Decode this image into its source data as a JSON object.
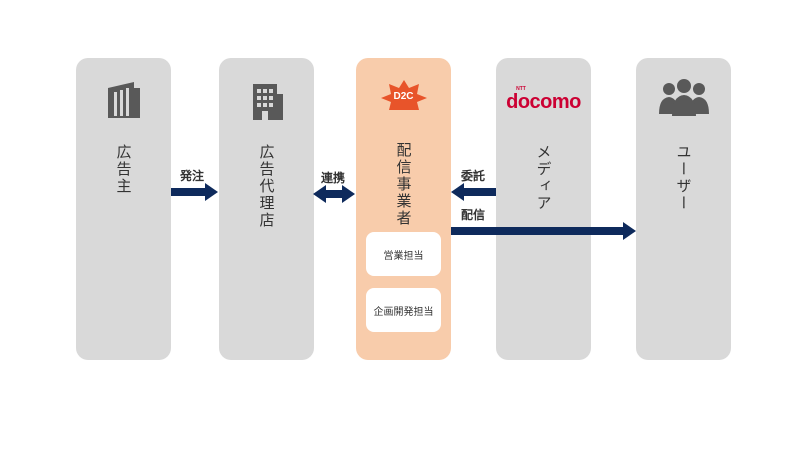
{
  "columns": {
    "advertiser": {
      "label": "広告主",
      "icon": "building-icon"
    },
    "agency": {
      "label": "広告代理店",
      "icon": "office-building-icon"
    },
    "d2c": {
      "label": "配信事業者",
      "logo_text": "D2C",
      "sub_boxes": [
        "営業担当",
        "企画開発担当"
      ],
      "color": "#f8ccab",
      "logo_color": "#e8542a"
    },
    "media": {
      "label": "メディア",
      "logo_text": "docomo",
      "logo_small": "NTT",
      "logo_color": "#cc0033"
    },
    "users": {
      "label": "ユーザー",
      "icon": "users-group-icon"
    }
  },
  "arrows": {
    "order": "発注",
    "partnership": "連携",
    "commission": "委託",
    "delivery": "配信",
    "color": "#0e2a5c"
  },
  "colors": {
    "column_bg": "#d9d9d9",
    "icon_gray": "#595959"
  }
}
